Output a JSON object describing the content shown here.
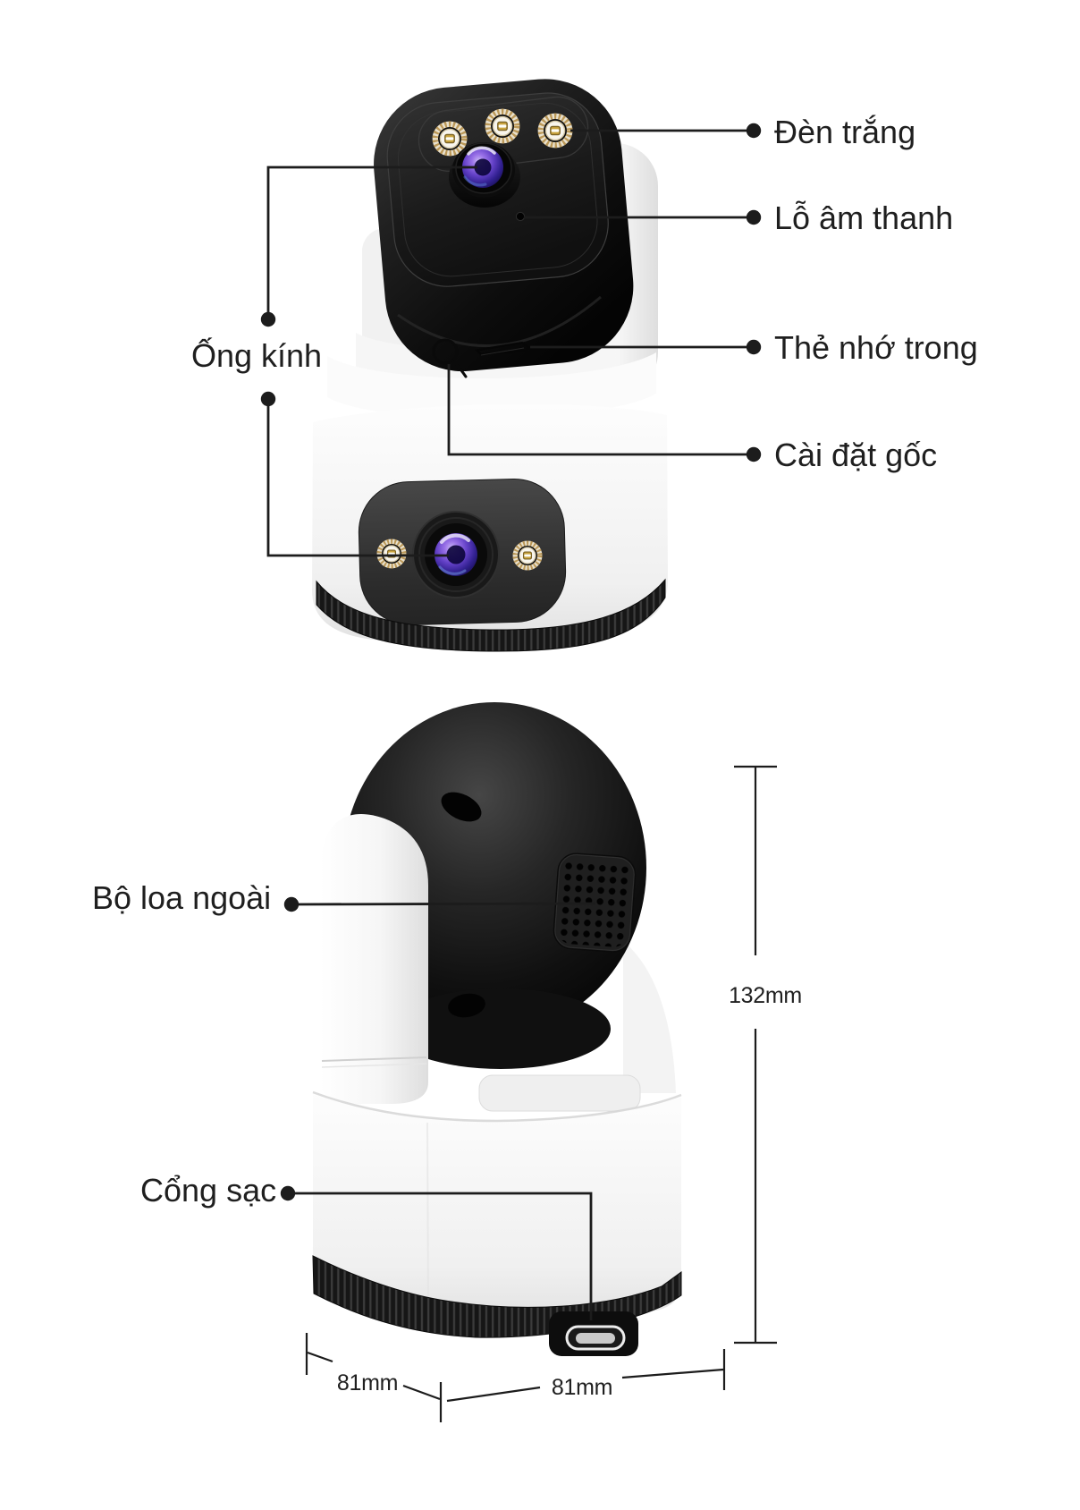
{
  "page": {
    "background": "#ffffff",
    "type": "product-annotation-diagram"
  },
  "product": {
    "name": "dual-lens-ptz-security-camera",
    "colors": {
      "body_white": "#f4f4f4",
      "head_black": "#1b1b1b",
      "led_gold": "#c9a45e",
      "lens_purple": "#5c3cc2",
      "annotation_line": "#1c1c1c"
    }
  },
  "annotations": {
    "front_view": {
      "den_trang": "Đèn trắng",
      "lo_am_thanh": "Lỗ âm thanh",
      "the_nho_trong": "Thẻ nhớ trong",
      "cai_dat_goc": "Cài đặt gốc",
      "ong_kinh": "Ống kính"
    },
    "rear_view": {
      "bo_loa_ngoai": "Bộ loa ngoài",
      "cong_sac": "Cổng sạc"
    }
  },
  "dimensions": {
    "height": "132mm",
    "base_depth": "81mm",
    "base_width": "81mm"
  }
}
